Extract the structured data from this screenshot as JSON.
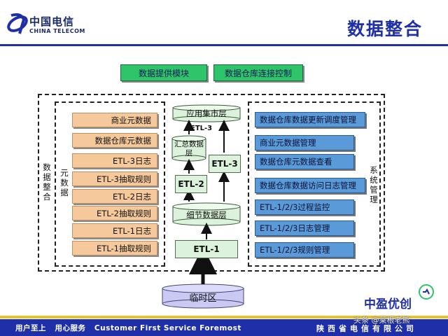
{
  "header": {
    "logo_cn": "中国电信",
    "logo_en": "CHINA TELECOM",
    "title": "数据整合"
  },
  "top_modules": [
    "数据提供模块",
    "数据仓库连接控制"
  ],
  "outer_label": "数据整合",
  "meta_label": "元数据",
  "mgmt_label": "系统管理",
  "meta_items": [
    "商业元数据",
    "数据仓库元数据",
    "ETL-3日志",
    "ETL-3抽取规则",
    "ETL-2日志",
    "ETL-2抽取规则",
    "ETL-1日志",
    "ETL-1抽取规则"
  ],
  "mgmt_items": [
    "数据仓库数据更新调度管理",
    "商业元数据管理",
    "数据仓库元数据查看",
    "数据仓库数据访问日志管理",
    "ETL-1/2/3过程监控",
    "ETL-1/2/3日志管理",
    "ETL-1/2/3规则管理"
  ],
  "flow": {
    "app_layer": "应用集市层",
    "etl3_small": "ETL-3",
    "summary_layer": "汇总数据层",
    "etl3": "ETL-3",
    "etl2": "ETL-2",
    "detail_layer": "细节数据层",
    "etl1": "ETL-1",
    "temp_area": "临时区"
  },
  "footer": {
    "slogan": "用户至上   用心服务   Customer First Service Foremost",
    "company": "陕西省电信有限公司",
    "partner": "中盈优创",
    "watermark": "头条 @莱根老熊"
  },
  "colors": {
    "brand_blue": "#1e2fa8",
    "module_green": "#2ec46a",
    "meta_orange": "#f5c99b",
    "mgmt_blue": "#5a9ad8",
    "etl_green": "#dcf2dc",
    "temp_purple": "#c9c9f2"
  }
}
